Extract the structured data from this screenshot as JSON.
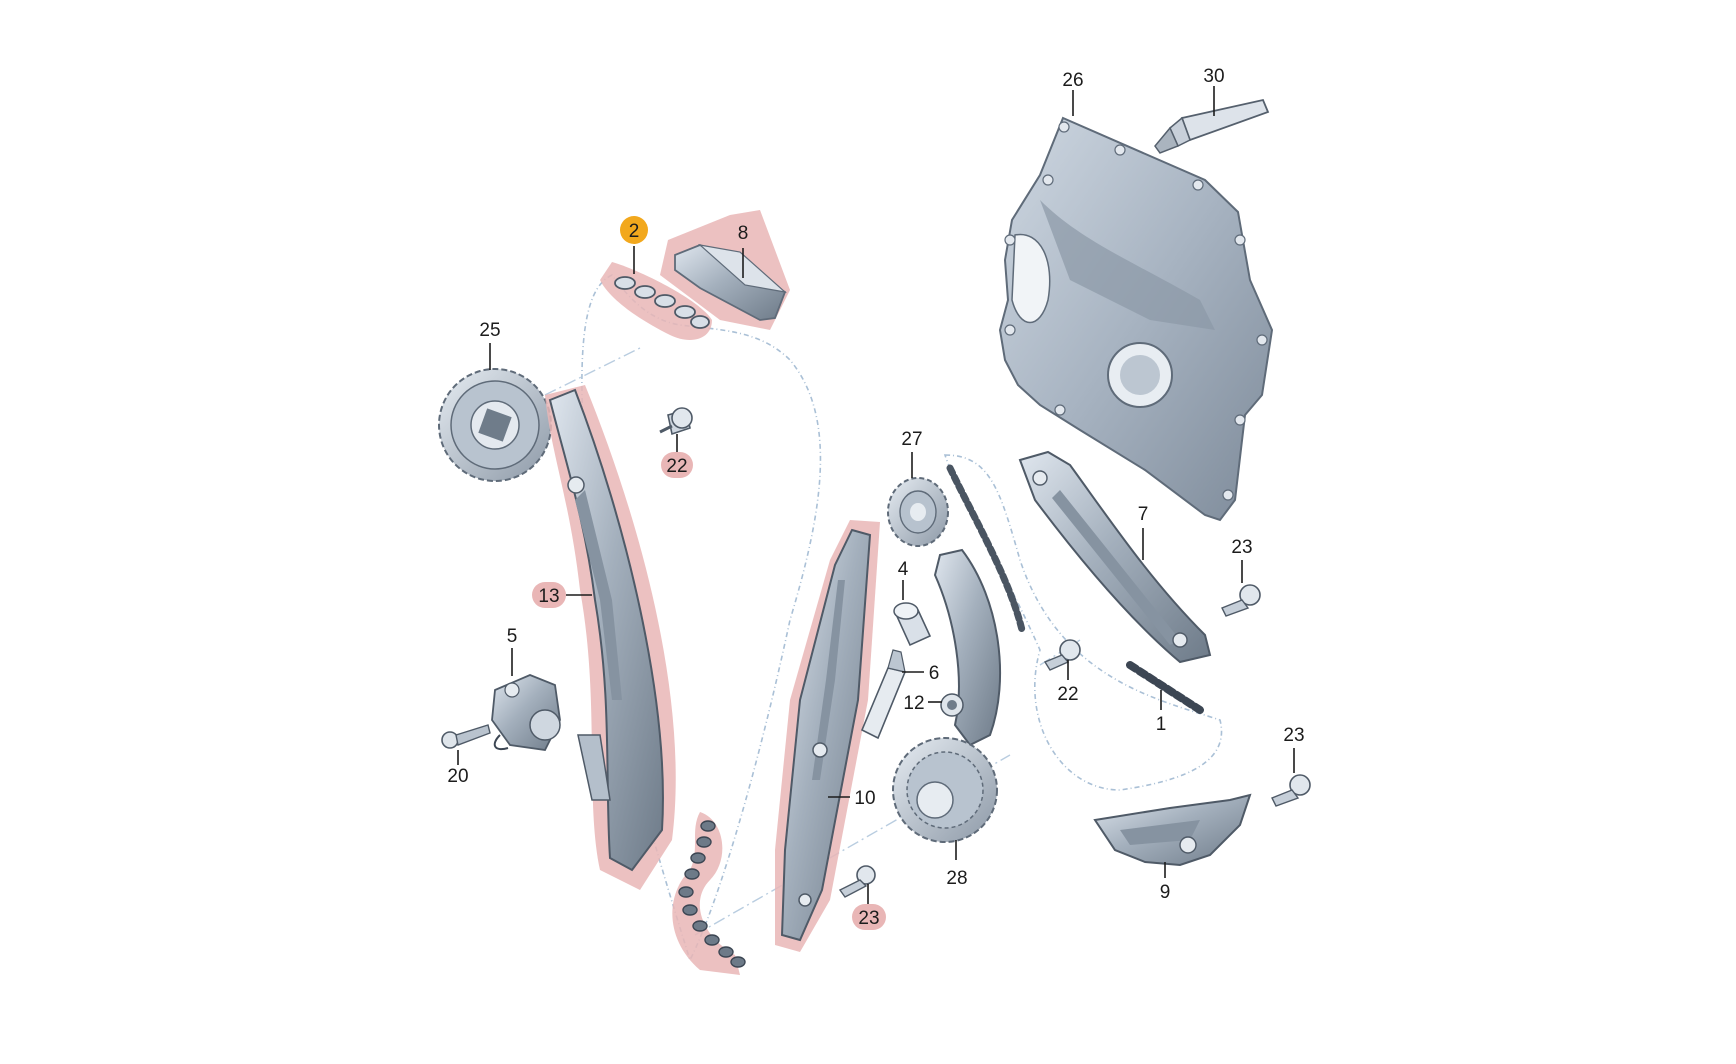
{
  "diagram": {
    "highlight_color": "#e9b6b6",
    "selected_color": "#f2a81d",
    "part_fill_color": "#9eaab7",
    "cover_fill_color": "#a9b6c4",
    "line_color": "#1c1c1c",
    "chain_path_color": "#aac0d6",
    "callouts": {
      "c1": "1",
      "c2": "2",
      "c4": "4",
      "c5": "5",
      "c6": "6",
      "c7": "7",
      "c8": "8",
      "c9": "9",
      "c10": "10",
      "c12": "12",
      "c13": "13",
      "c20": "20",
      "c22a": "22",
      "c22b": "22",
      "c23a": "23",
      "c23b": "23",
      "c23c": "23",
      "c25": "25",
      "c26": "26",
      "c27": "27",
      "c28": "28",
      "c30": "30"
    }
  }
}
